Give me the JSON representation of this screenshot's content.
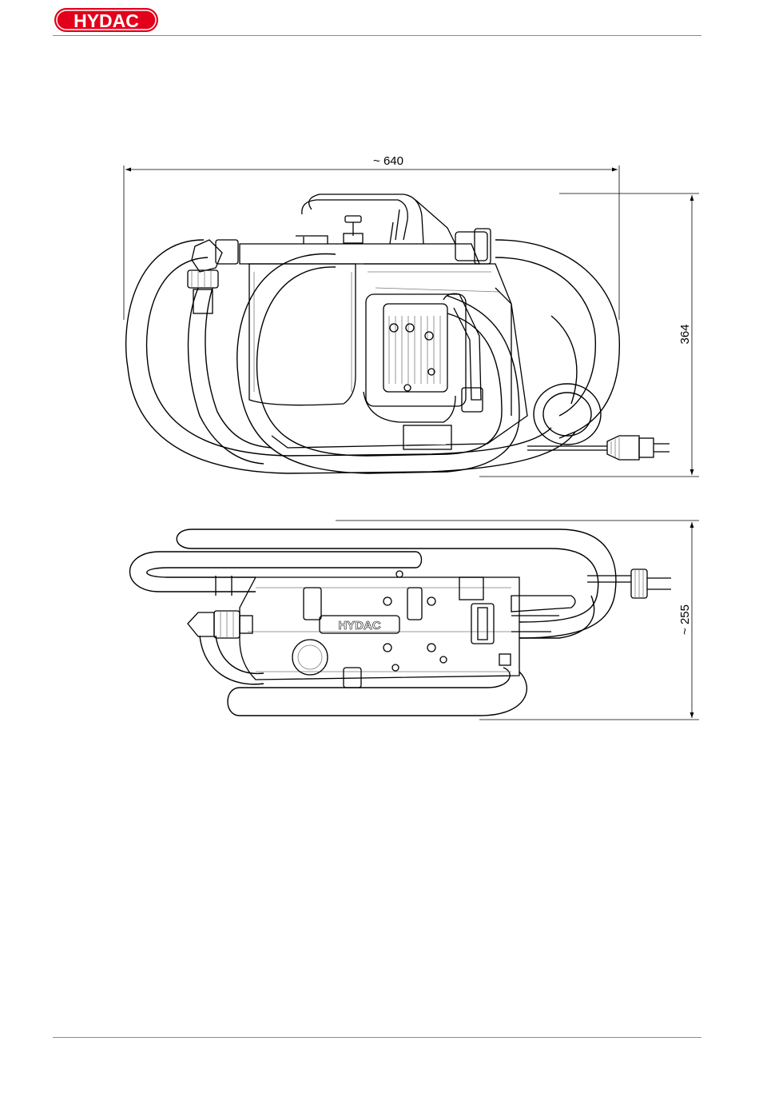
{
  "header": {
    "logo_text": "HYDAC",
    "logo_color": "#e2001a"
  },
  "drawing": {
    "side_view": {
      "width_dimension": "~ 640",
      "height_dimension": "364"
    },
    "top_view": {
      "depth_dimension": "~ 255",
      "nameplate_text": "HYDAC"
    }
  }
}
